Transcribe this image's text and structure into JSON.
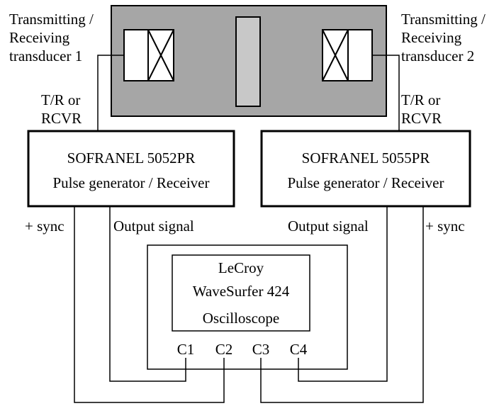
{
  "transducer_1": {
    "line1": "Transmitting /",
    "line2": "Receiving",
    "line3": "transducer 1"
  },
  "transducer_2": {
    "line1": "Transmitting /",
    "line2": "Receiving",
    "line3": "transducer 2"
  },
  "left_mode": {
    "line1": "T/R or",
    "line2": "RCVR"
  },
  "right_mode": {
    "line1": "T/R or",
    "line2": "RCVR"
  },
  "pulser_left": {
    "model": "SOFRANEL 5052PR",
    "description": "Pulse generator / Receiver"
  },
  "pulser_right": {
    "model": "SOFRANEL 5055PR",
    "description": "Pulse generator / Receiver"
  },
  "signals": {
    "sync_left": "+ sync",
    "sync_right": "+ sync",
    "output_left": "Output signal",
    "output_right": "Output signal"
  },
  "oscilloscope": {
    "brand": "LeCroy",
    "model": "WaveSurfer 424",
    "type": "Oscilloscope",
    "channels": [
      "C1",
      "C2",
      "C3",
      "C4"
    ]
  },
  "colors": {
    "tank_fill": "#a6a6a6",
    "sample_fill": "#c8c8c8",
    "line": "#000000",
    "background": "#ffffff"
  }
}
